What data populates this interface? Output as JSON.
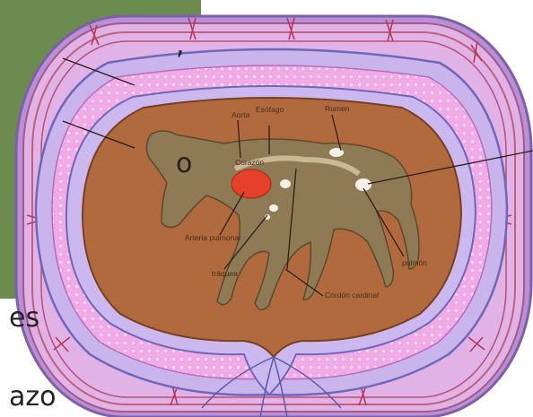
{
  "slide_text": {
    "line1_fragment": ",",
    "line2_fragment": "o",
    "line3_fragment": "es",
    "line4_fragment": "azo"
  },
  "diagram_labels": {
    "aorta": "Aorta",
    "esophagus": "Esófago",
    "rumen": "Rumen",
    "pulmonary_artery": "Arteria pulmonar",
    "windpipe": "tráquea",
    "heart": "Corazón",
    "lung": "pulmón",
    "cardinal_cord": "Cordón cardinal"
  },
  "colors": {
    "green_panel": "#6c8c4f",
    "outer_band": "#dca9e3",
    "pleura": "#c8b6ec",
    "lung_tissue": "#f1a8e6",
    "cavity": "#b06a3e",
    "animal": "#8e7a55",
    "heart_red": "#e5402a"
  }
}
